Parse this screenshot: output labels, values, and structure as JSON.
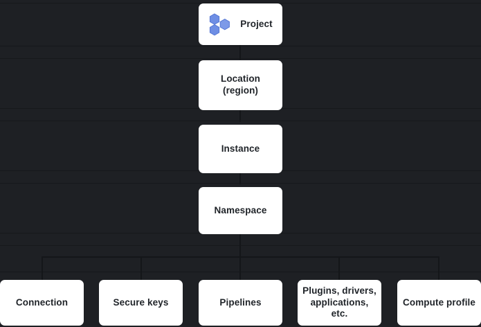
{
  "diagram": {
    "type": "hierarchy-tree",
    "background_color": "#1e2024",
    "node_fill_color": "#ffffff",
    "node_text_color": "#1f2328",
    "accent_color": "#6e8ee4",
    "root": {
      "id": "project",
      "label": "Project",
      "icon": "hexagon-cluster-icon"
    },
    "chain": [
      {
        "id": "location",
        "label": "Location\n(region)",
        "line1": "Location",
        "line2": "(region)"
      },
      {
        "id": "instance",
        "label": "Instance"
      },
      {
        "id": "namespace",
        "label": "Namespace"
      }
    ],
    "leaves": [
      {
        "id": "connection",
        "label": "Connection"
      },
      {
        "id": "secure-keys",
        "label": "Secure keys"
      },
      {
        "id": "pipelines",
        "label": "Pipelines"
      },
      {
        "id": "plugins",
        "label": "Plugins, drivers, applications, etc.",
        "line1": "Plugins, drivers,",
        "line2": "applications, etc."
      },
      {
        "id": "compute-profile",
        "label": "Compute profile"
      }
    ]
  }
}
